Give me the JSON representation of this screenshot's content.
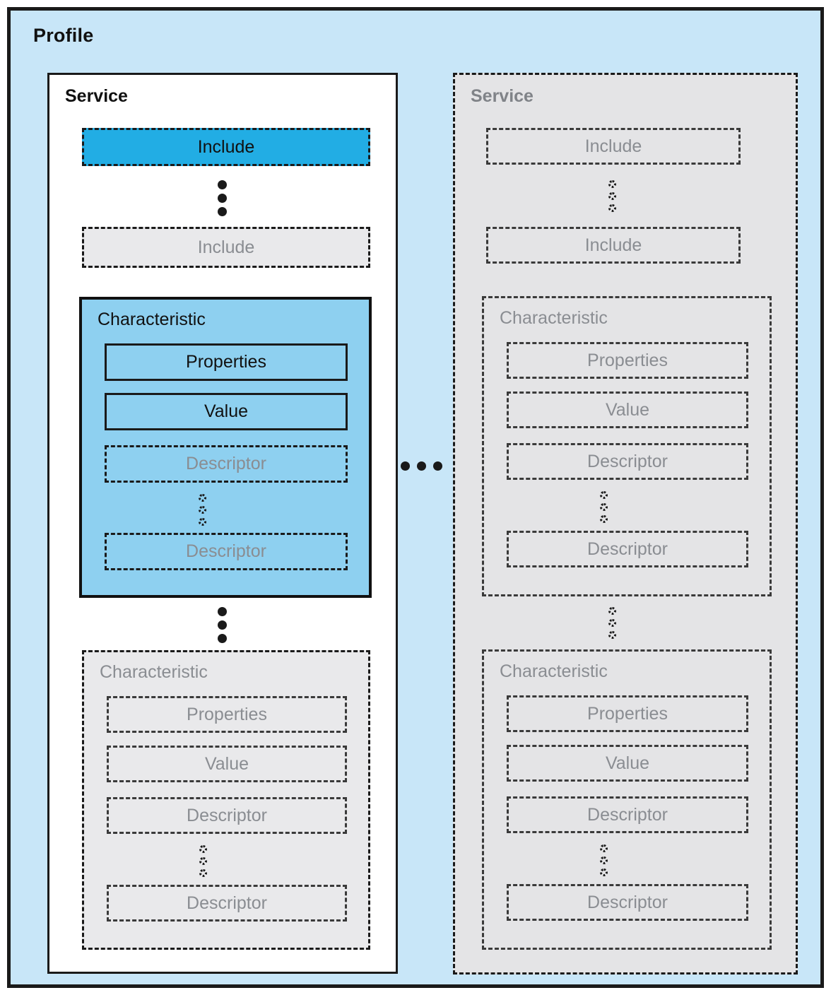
{
  "diagram": {
    "title": "Profile",
    "labels": {
      "service": "Service",
      "include": "Include",
      "characteristic": "Characteristic",
      "properties": "Properties",
      "value": "Value",
      "descriptor": "Descriptor"
    },
    "colors": {
      "profile_background": "#c8e6f8",
      "selected_include": "#22ade4",
      "selected_characteristic": "#8ed0f0",
      "ghost_fill": "#e4e4e6",
      "ghost_text": "#8a8d92",
      "outline": "#1a1a1a"
    },
    "services": [
      {
        "name": "Service",
        "state": "active",
        "includes": [
          {
            "label": "Include",
            "state": "selected"
          },
          {
            "label": "Include",
            "state": "ghost"
          }
        ],
        "characteristics": [
          {
            "label": "Characteristic",
            "state": "selected",
            "properties": {
              "label": "Properties",
              "state": "active"
            },
            "value": {
              "label": "Value",
              "state": "active"
            },
            "descriptors": [
              {
                "label": "Descriptor",
                "state": "ghost"
              },
              {
                "label": "Descriptor",
                "state": "ghost"
              }
            ]
          },
          {
            "label": "Characteristic",
            "state": "ghost",
            "properties": {
              "label": "Properties",
              "state": "ghost"
            },
            "value": {
              "label": "Value",
              "state": "ghost"
            },
            "descriptors": [
              {
                "label": "Descriptor",
                "state": "ghost"
              },
              {
                "label": "Descriptor",
                "state": "ghost"
              }
            ]
          }
        ]
      },
      {
        "name": "Service",
        "state": "ghost",
        "includes": [
          {
            "label": "Include",
            "state": "ghost"
          },
          {
            "label": "Include",
            "state": "ghost"
          }
        ],
        "characteristics": [
          {
            "label": "Characteristic",
            "state": "ghost",
            "properties": {
              "label": "Properties",
              "state": "ghost"
            },
            "value": {
              "label": "Value",
              "state": "ghost"
            },
            "descriptors": [
              {
                "label": "Descriptor",
                "state": "ghost"
              },
              {
                "label": "Descriptor",
                "state": "ghost"
              }
            ]
          },
          {
            "label": "Characteristic",
            "state": "ghost",
            "properties": {
              "label": "Properties",
              "state": "ghost"
            },
            "value": {
              "label": "Value",
              "state": "ghost"
            },
            "descriptors": [
              {
                "label": "Descriptor",
                "state": "ghost"
              },
              {
                "label": "Descriptor",
                "state": "ghost"
              }
            ]
          }
        ]
      }
    ],
    "ellipses": {
      "between_services": "horizontal-solid-3",
      "between_includes_active": "vertical-solid-3",
      "between_includes_ghost": "vertical-hollow-3",
      "between_characteristics_active": "vertical-solid-3",
      "between_characteristics_ghost": "vertical-hollow-3",
      "between_descriptors": "vertical-hollow-3"
    }
  }
}
